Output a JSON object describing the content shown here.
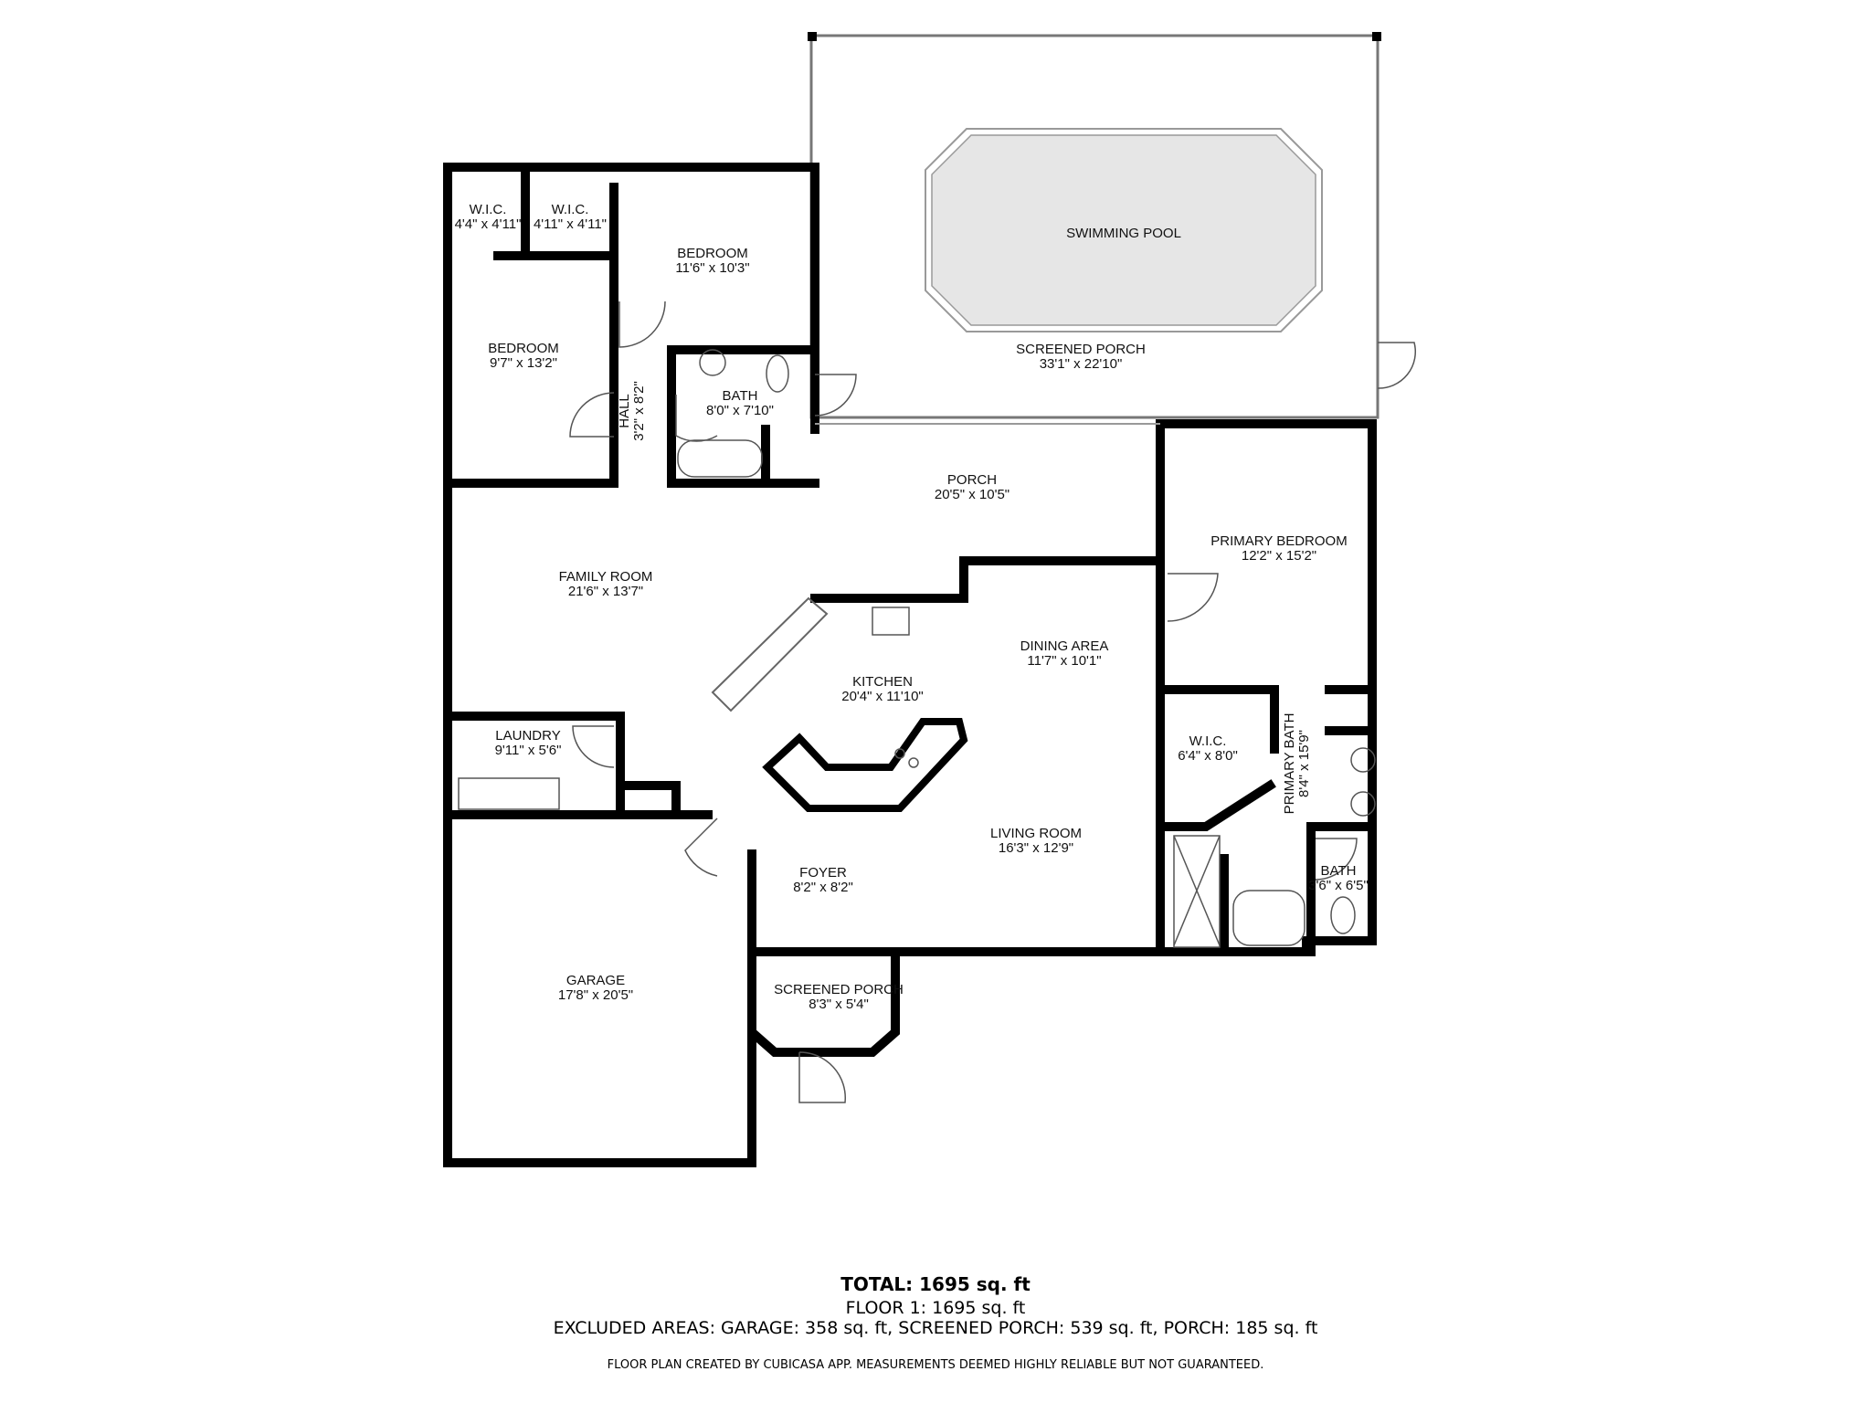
{
  "rooms": {
    "wic1": {
      "name": "W.I.C.",
      "dims": "4'4\" x 4'11\""
    },
    "wic2": {
      "name": "W.I.C.",
      "dims": "4'11\" x 4'11\""
    },
    "bedroom1": {
      "name": "BEDROOM",
      "dims": "11'6\" x 10'3\""
    },
    "bedroom2": {
      "name": "BEDROOM",
      "dims": "9'7\" x 13'2\""
    },
    "hall": {
      "name": "HALL",
      "dims": "3'2\" x 8'2\""
    },
    "bath1": {
      "name": "BATH",
      "dims": "8'0\" x 7'10\""
    },
    "pool": {
      "name": "SWIMMING POOL"
    },
    "screened_porch": {
      "name": "SCREENED PORCH",
      "dims": "33'1\" x 22'10\""
    },
    "porch": {
      "name": "PORCH",
      "dims": "20'5\" x 10'5\""
    },
    "primary_bedroom": {
      "name": "PRIMARY BEDROOM",
      "dims": "12'2\" x 15'2\""
    },
    "family_room": {
      "name": "FAMILY ROOM",
      "dims": "21'6\" x 13'7\""
    },
    "dining_area": {
      "name": "DINING AREA",
      "dims": "11'7\" x 10'1\""
    },
    "kitchen": {
      "name": "KITCHEN",
      "dims": "20'4\" x 11'10\""
    },
    "laundry": {
      "name": "LAUNDRY",
      "dims": "9'11\" x 5'6\""
    },
    "wic3": {
      "name": "W.I.C.",
      "dims": "6'4\" x 8'0\""
    },
    "primary_bath": {
      "name": "PRIMARY BATH",
      "dims": "8'4\" x 15'9\""
    },
    "living_room": {
      "name": "LIVING ROOM",
      "dims": "16'3\" x 12'9\""
    },
    "bath2": {
      "name": "BATH",
      "dims": "3'6\" x 6'5\""
    },
    "foyer": {
      "name": "FOYER",
      "dims": "8'2\" x 8'2\""
    },
    "garage": {
      "name": "GARAGE",
      "dims": "17'8\" x 20'5\""
    },
    "screened_porch_small": {
      "name": "SCREENED PORCH",
      "dims": "8'3\" x 5'4\""
    }
  },
  "summary": {
    "total": "TOTAL: 1695 sq. ft",
    "floor1": "FLOOR 1: 1695 sq. ft",
    "excluded": "EXCLUDED AREAS: GARAGE: 358 sq. ft, SCREENED PORCH: 539 sq. ft, PORCH: 185 sq. ft",
    "disclaimer": "FLOOR PLAN CREATED BY CUBICASA APP. MEASUREMENTS DEEMED HIGHLY RELIABLE BUT NOT GUARANTEED."
  },
  "colors": {
    "wall": "#000000",
    "pool": "#e6e6e6"
  }
}
